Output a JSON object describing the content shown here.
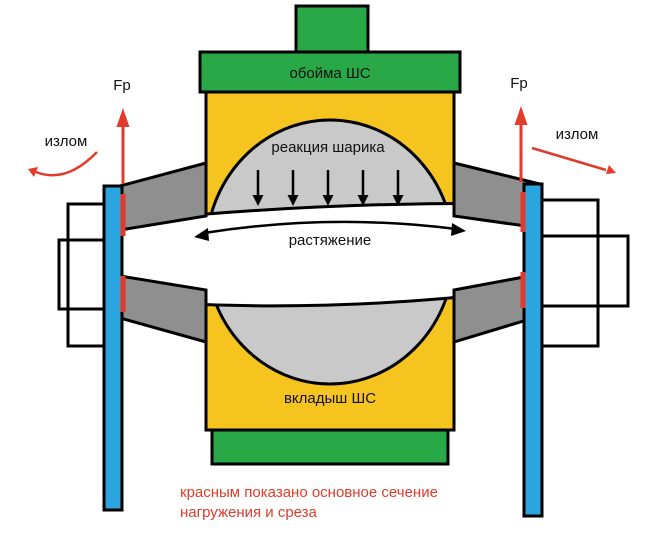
{
  "colors": {
    "background": "#ffffff",
    "green": "#29a847",
    "yellow": "#f5c41e",
    "ball_gray": "#c9c9c9",
    "arm_gray": "#8f8f8f",
    "blue": "#2ba5df",
    "red": "#e23a2b"
  },
  "labels": {
    "fp_left": "Fp",
    "fp_right": "Fp",
    "izlom_left": "излом",
    "izlom_right": "излом",
    "oboyma": "обойма ШС",
    "reaction": "реакция шарика",
    "tension": "растяжение",
    "vkladysh": "вкладыш ШС",
    "note_line1": "красным показано основное сечение",
    "note_line2": "нагружения и среза"
  }
}
